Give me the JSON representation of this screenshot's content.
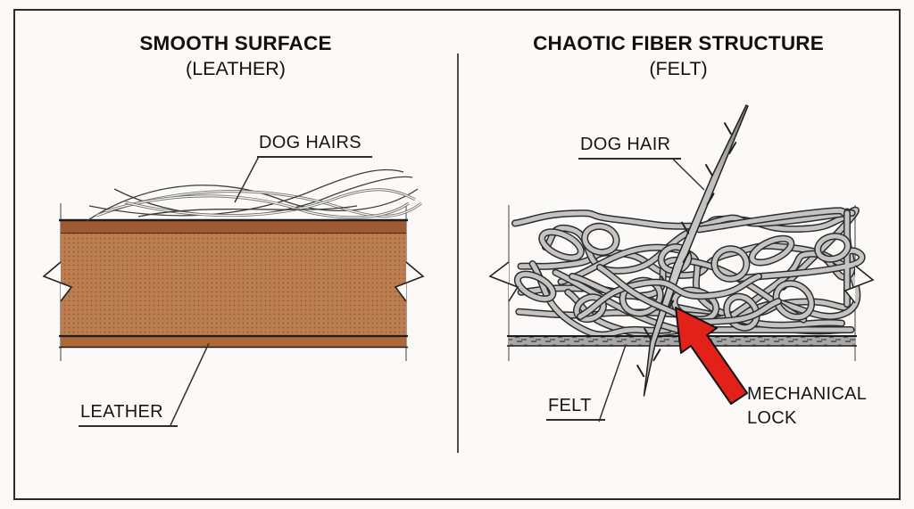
{
  "left_panel": {
    "title": "SMOOTH SURFACE",
    "subtitle": "(LEATHER)",
    "dog_hairs_label": "DOG HAIRS",
    "leather_label": "LEATHER"
  },
  "right_panel": {
    "title": "CHAOTIC FIBER STRUCTURE",
    "subtitle": "(FELT)",
    "dog_hair_label": "DOG HAIR",
    "felt_label": "FELT",
    "mechanical_lock_label": "MECHANICAL LOCK"
  },
  "colors": {
    "background": "#fbfaf8",
    "frame": "#2b2b2b",
    "divider": "#4f4f4f",
    "leather_top": "#a05a31",
    "leather_body": "#bd7e4f",
    "leather_dot": "#8f5a34",
    "leather_bottom": "#ad683a",
    "fiber_fill": "#c4c4c4",
    "fiber_outline": "#2e2e2e",
    "felt_base": "#a8a8a8",
    "felt_speckle": "#585858",
    "arrow_red": "#e32119",
    "line": "#333333"
  }
}
